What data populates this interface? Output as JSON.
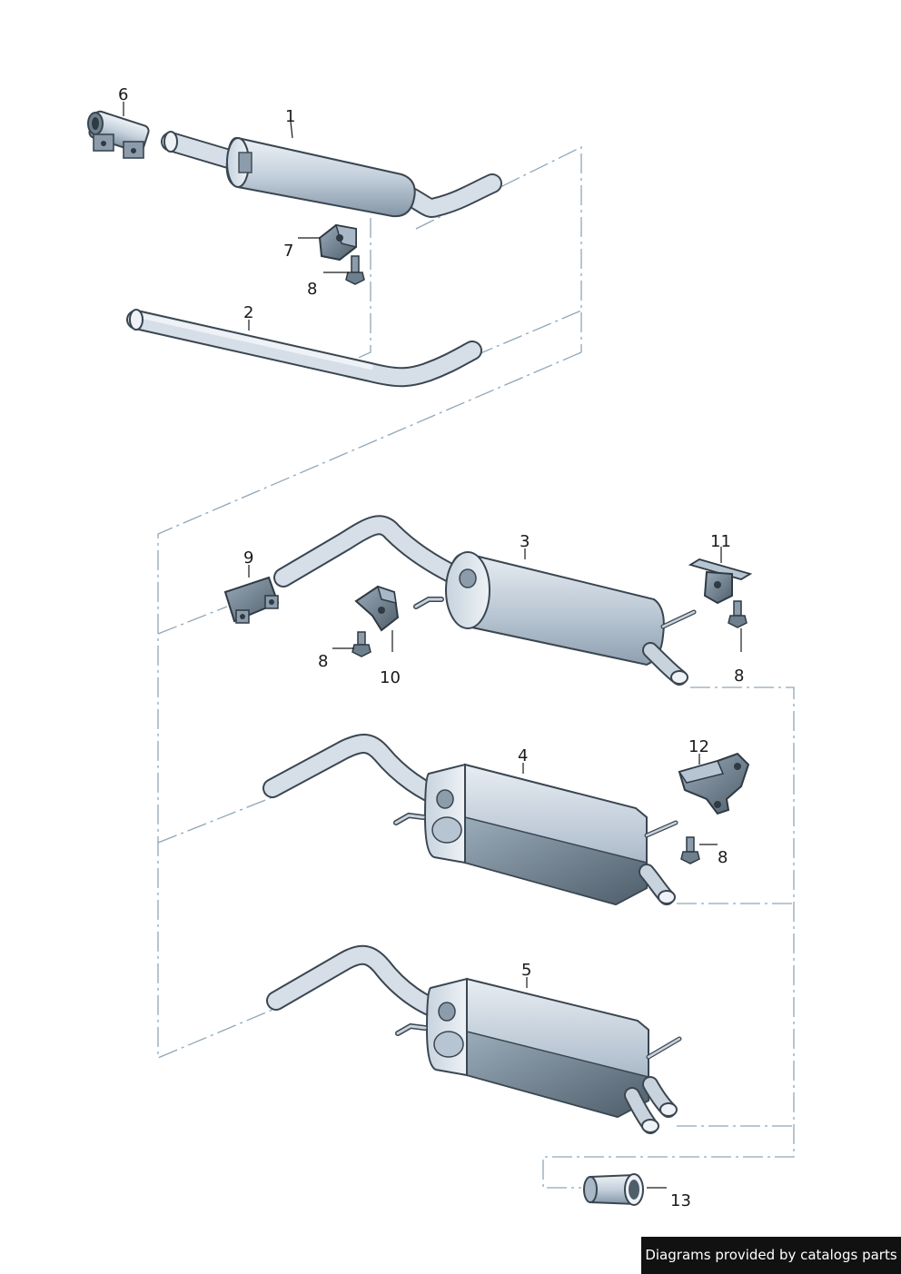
{
  "diagram": {
    "callouts": [
      "1",
      "2",
      "3",
      "4",
      "5",
      "6",
      "7",
      "8",
      "8",
      "8",
      "8",
      "9",
      "10",
      "11",
      "12",
      "13"
    ]
  },
  "footer": {
    "credit": "Diagrams provided by catalogs parts"
  },
  "colors": {
    "metal_light": "#dde4ec",
    "metal_mid": "#b7c4d2",
    "metal_dark": "#5d6c79",
    "outline": "#3a4650",
    "dash_line": "#8fa6b8"
  }
}
